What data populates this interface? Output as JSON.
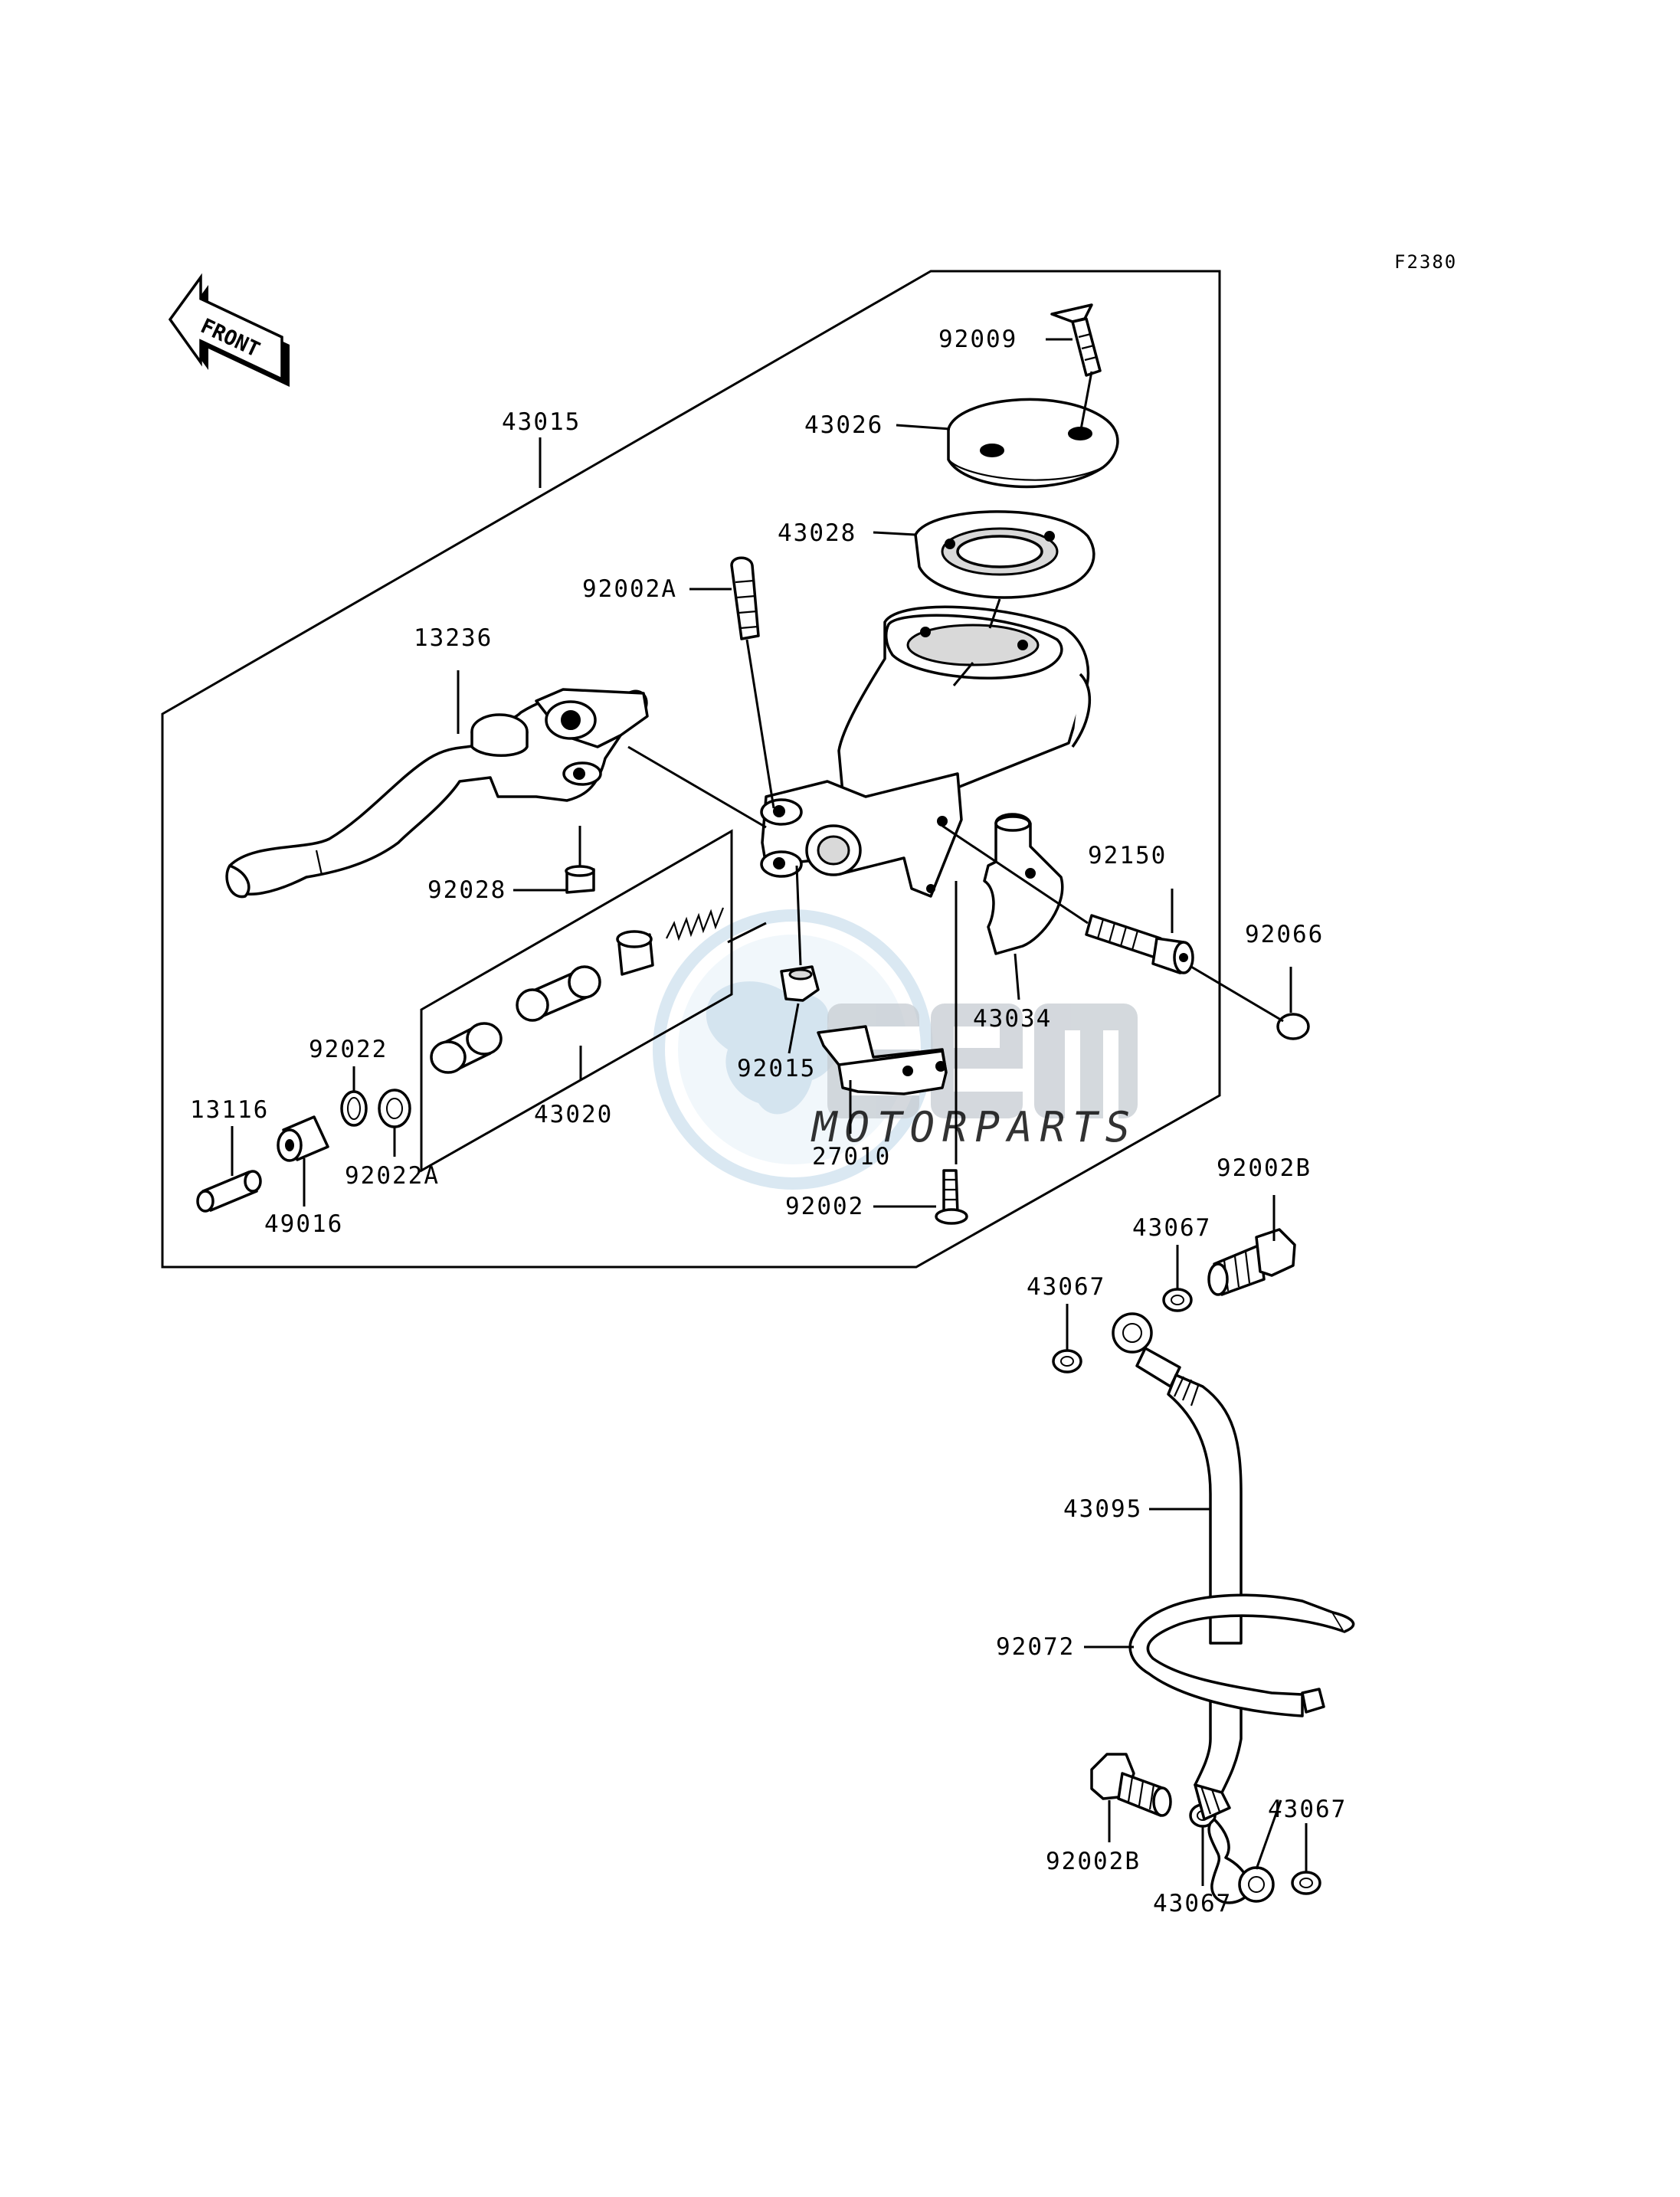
{
  "figure_code": "F2380",
  "front_label": "FRONT",
  "watermark": {
    "brand": "cem",
    "tagline": "MOTORPARTS"
  },
  "part_labels": {
    "p92009": "92009",
    "p43026": "43026",
    "p43015": "43015",
    "p43028": "43028",
    "p92002A": "92002A",
    "p13236": "13236",
    "p92150": "92150",
    "p92066": "92066",
    "p92028": "92028",
    "p43034": "43034",
    "p92015": "92015",
    "p92022": "92022",
    "p13116": "13116",
    "p43020": "43020",
    "p27010": "27010",
    "p92022A": "92022A",
    "p49016": "49016",
    "p92002": "92002",
    "p92002B_top": "92002B",
    "p43067_a": "43067",
    "p43067_b": "43067",
    "p43095": "43095",
    "p92072": "92072",
    "p43067_c": "43067",
    "p92002B_bottom": "92002B",
    "p43067_d": "43067"
  }
}
